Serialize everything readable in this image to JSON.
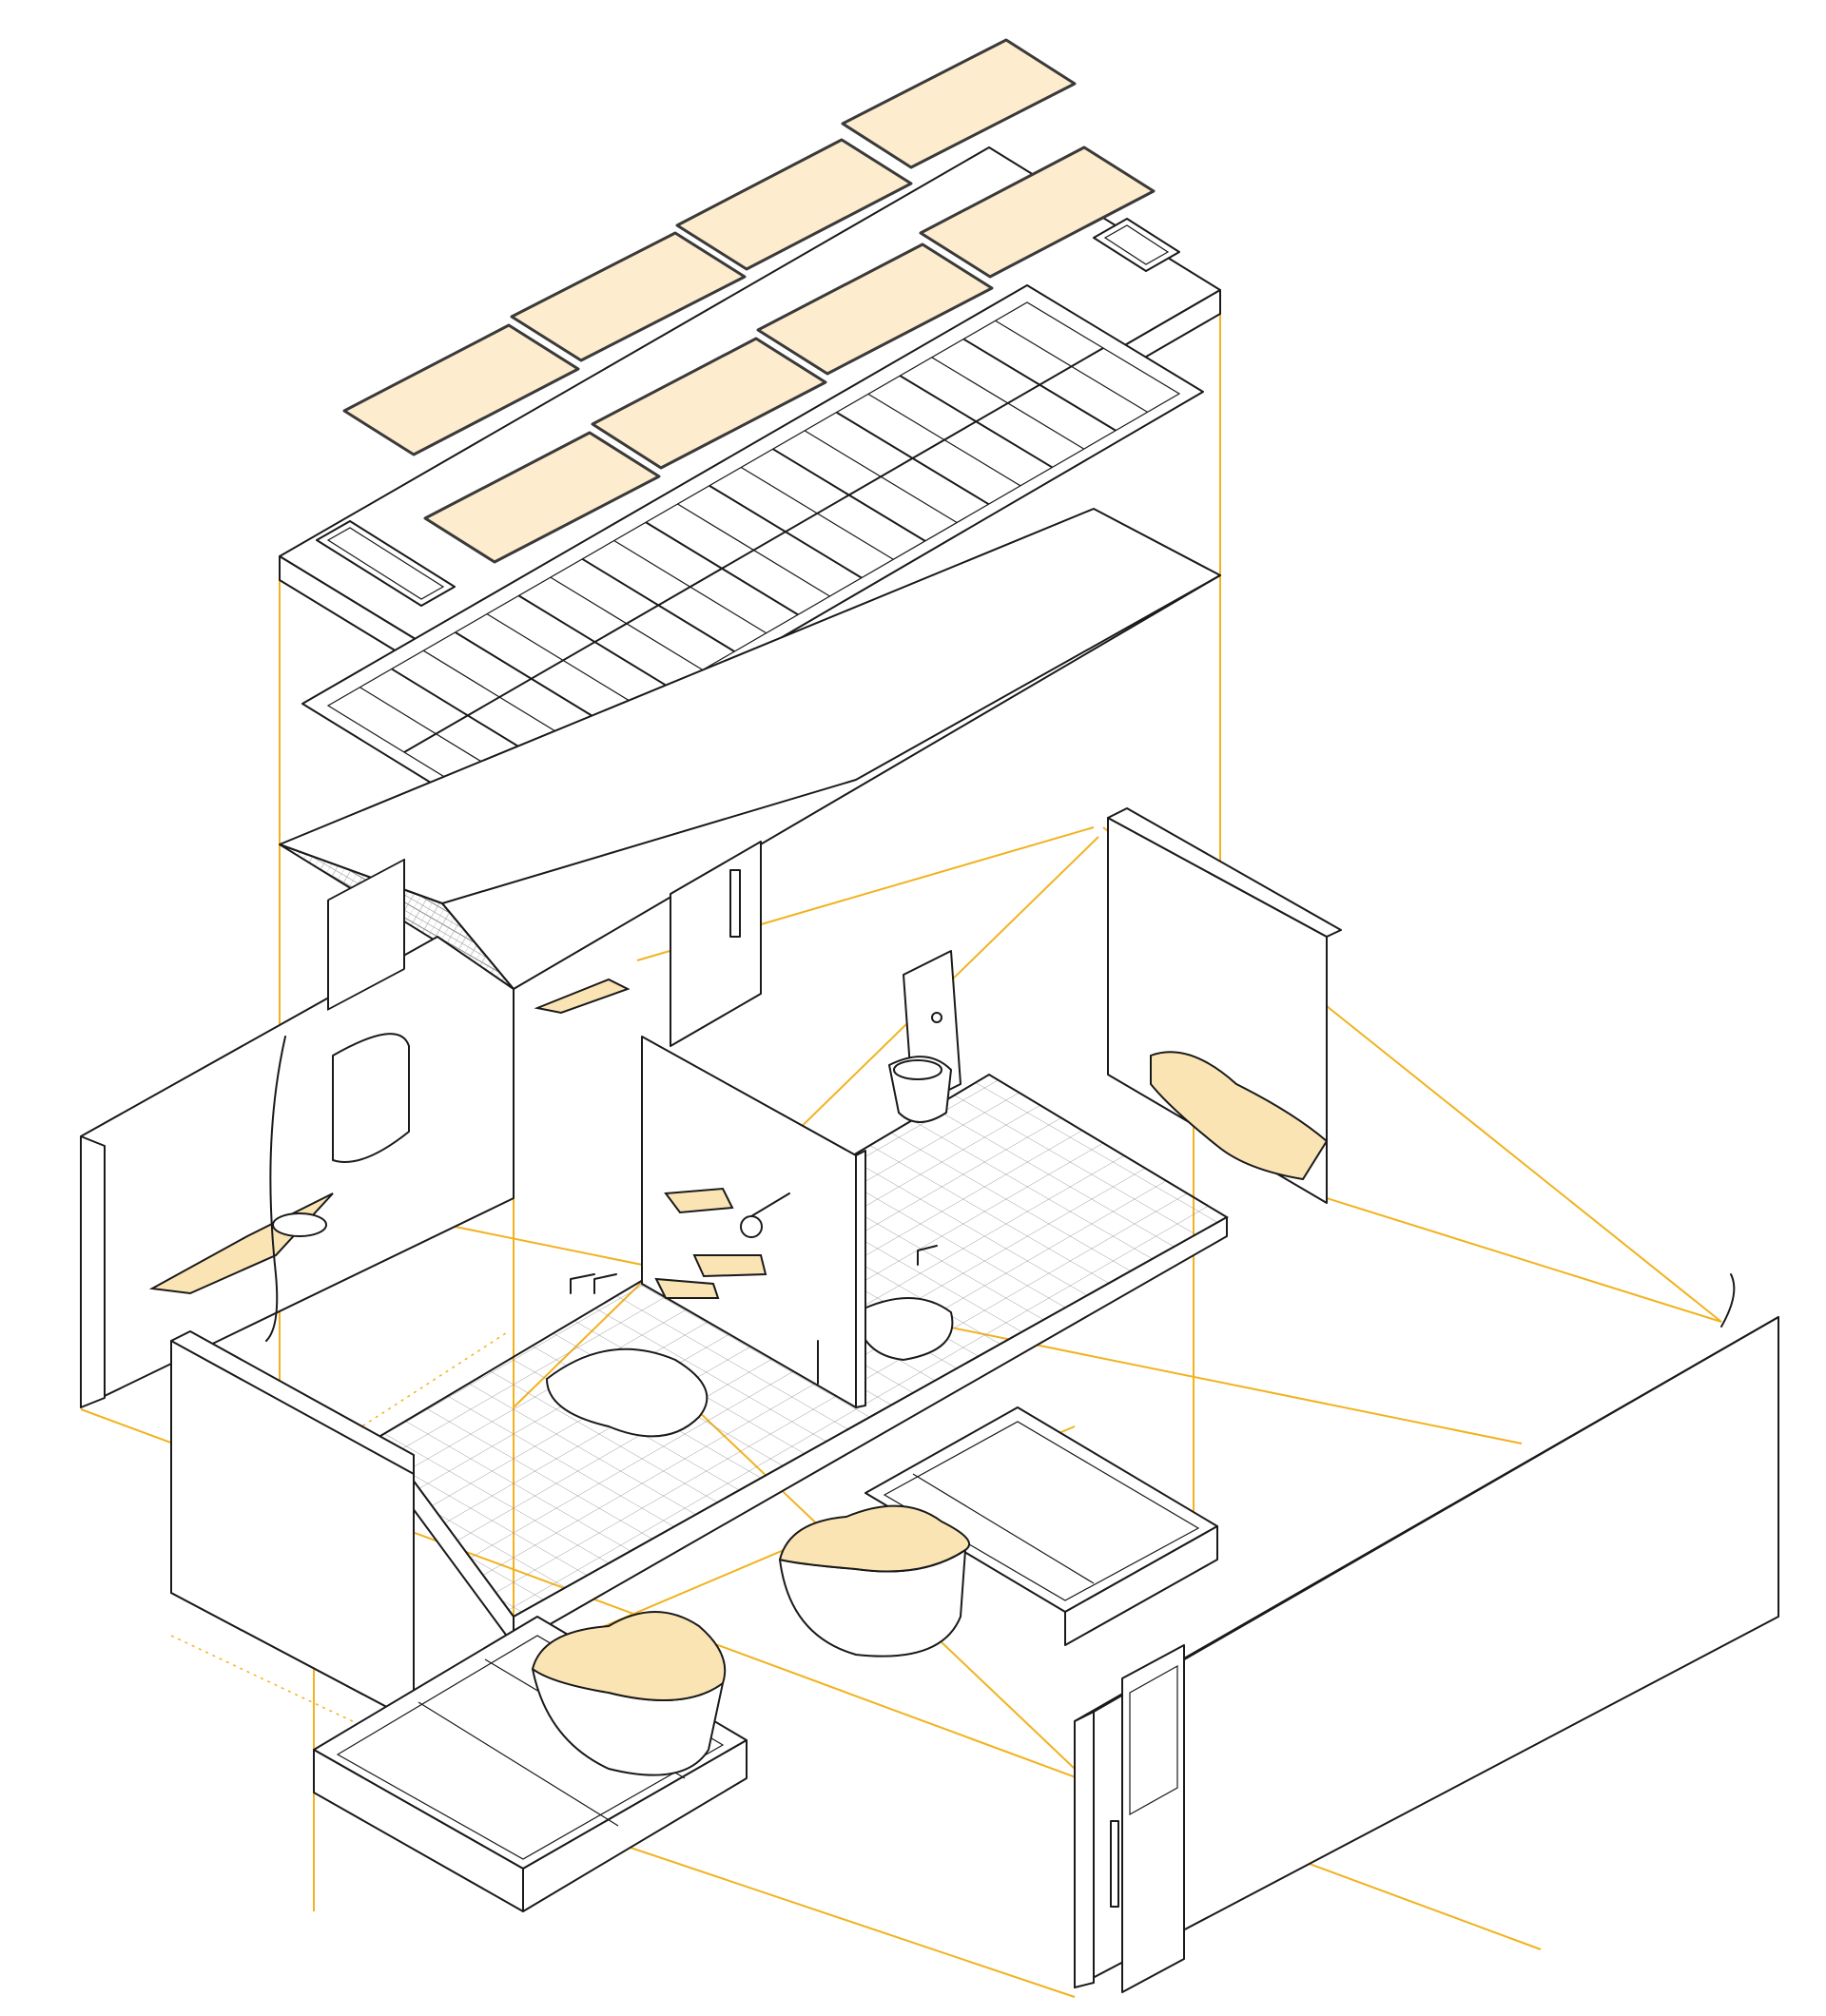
{
  "colors": {
    "background": "#ffffff",
    "line": "#1a1a1a",
    "guide": "#f2b21f",
    "panel_fill": "#fdeccd",
    "fixture_fill": "#fbe4b4",
    "tile_pattern": "#9a9a9a"
  },
  "components": [
    "roof-skylight-panels",
    "roof-slab",
    "ceiling-frame-grid",
    "angled-mesh-ceiling",
    "mirror-wall-with-basin",
    "central-shower-partition",
    "wall-hung-toilet",
    "tiled-floor-platform",
    "freeform-sinks",
    "bench-wall",
    "storage-trays",
    "outer-enclosure-with-door"
  ]
}
